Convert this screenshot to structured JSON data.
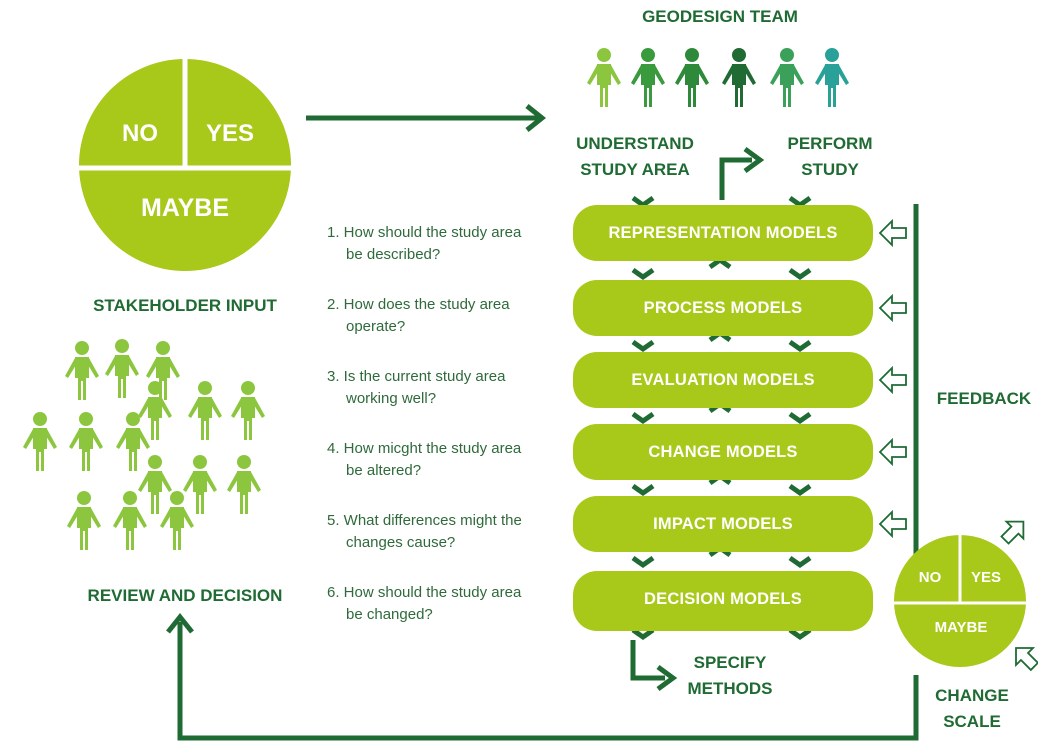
{
  "colors": {
    "dark_green": "#1f6b33",
    "lime": "#a8c81a",
    "light_green": "#8cc63f",
    "teal": "#2aa198",
    "text_green": "#2f6a3b"
  },
  "geodesign_team": "GEODESIGN TEAM",
  "understand_study_area": [
    "UNDERSTAND",
    "STUDY AREA"
  ],
  "perform_study": [
    "PERFORM",
    "STUDY"
  ],
  "specify_methods": [
    "SPECIFY",
    "METHODS"
  ],
  "stakeholder_input": "STAKEHOLDER INPUT",
  "review_and_decision": "REVIEW AND DECISION",
  "feedback": "FEEDBACK",
  "change_scale": [
    "CHANGE",
    "SCALE"
  ],
  "pie": {
    "no": "NO",
    "yes": "YES",
    "maybe": "MAYBE"
  },
  "models": [
    {
      "label": "REPRESENTATION MODELS",
      "question": [
        "1. How should the study area",
        "be described?"
      ]
    },
    {
      "label": "PROCESS MODELS",
      "question": [
        "2. How does the study area",
        "operate?"
      ]
    },
    {
      "label": "EVALUATION MODELS",
      "question": [
        "3. Is the current study area",
        "working well?"
      ]
    },
    {
      "label": "CHANGE MODELS",
      "question": [
        "4. How micght the study area",
        "be altered?"
      ]
    },
    {
      "label": "IMPACT MODELS",
      "question": [
        "5. What differences might the",
        "changes cause?"
      ]
    },
    {
      "label": "DECISION MODELS",
      "question": [
        "6. How should the study area",
        "be changed?"
      ]
    }
  ]
}
